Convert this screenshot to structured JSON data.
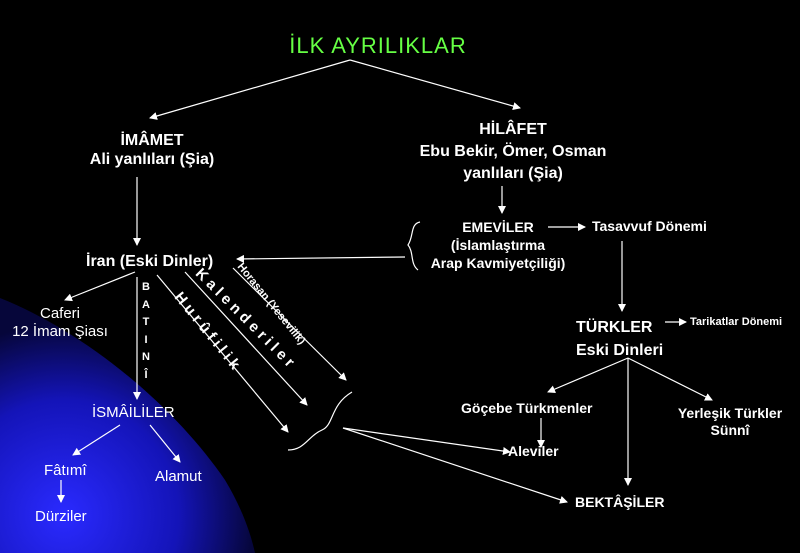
{
  "title": "İLK  AYRILIKLAR",
  "imamet": {
    "line1": "İMÂMET",
    "line2": "Ali yanlıları (Şia)"
  },
  "hilafet": {
    "line1": "HİLÂFET",
    "line2": "Ebu Bekir, Ömer, Osman",
    "line3": "yanlıları (Şia)"
  },
  "emeviler": {
    "line1": "EMEVİLER",
    "line2": "(İslamlaştırma",
    "line3": "Arap Kavmiyetçiliği)"
  },
  "tasavvuf": "Tasavvuf Dönemi",
  "iran": "İran (Eski Dinler)",
  "caferi": {
    "line1": "Caferi",
    "line2": "12 İmam Şiası"
  },
  "batini": [
    "B",
    "A",
    "T",
    "I",
    "N",
    "Î"
  ],
  "kalenderiler": "K a l e n d e r i l e r",
  "horasan": "Horasan (Yesevilik)",
  "hurufilik": "H u r û f i l i k",
  "turkler": {
    "line1": "TÜRKLER",
    "line2": "Eski Dinleri"
  },
  "tarikatlar": "Tarikatlar Dönemi",
  "gocebe": "Göçebe Türkmenler",
  "yerlesik": {
    "line1": "Yerleşik Türkler",
    "line2": "Sünnî"
  },
  "ismaililer": "İSMÂİLİLER",
  "aleviler": "Aleviler",
  "fatimi": "Fâtımî",
  "alamut": "Alamut",
  "durziler": "Dürziler",
  "bektasiler": "BEKTÂŞİLER",
  "colors": {
    "title": "#66ff44",
    "text": "#ffffff",
    "background": "#000000",
    "accent_blue": "#1a1ae0"
  }
}
